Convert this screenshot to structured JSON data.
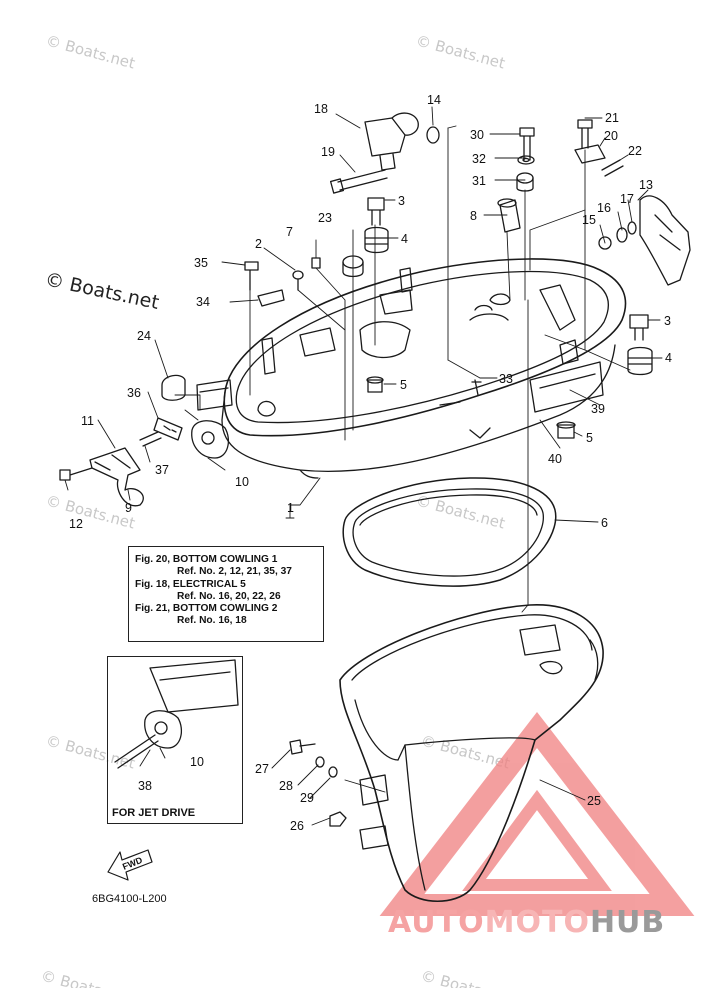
{
  "watermarks": [
    "© Boats.net",
    "© Boats.net",
    "© Boats.net",
    "© Boats.net",
    "© Boats.net",
    "© Boats.net",
    "© Boats.net",
    "© Boats.net"
  ],
  "main_watermark": "© Boats.net",
  "notes": [
    {
      "fig": "Fig. 20, BOTTOM COWLING 1",
      "ref": "Ref. No. 2, 12, 21, 35, 37"
    },
    {
      "fig": "Fig. 18, ELECTRICAL 5",
      "ref": "Ref. No. 16, 20, 22, 26"
    },
    {
      "fig": "Fig. 21, BOTTOM COWLING 2",
      "ref": "Ref. No. 16, 18"
    }
  ],
  "jet_label": "FOR JET DRIVE",
  "fwd_label": "FWD",
  "diagram_code": "6BG4100-L200",
  "brand": {
    "part1": "AUTO",
    "part2": "MOTO",
    "part3": "HUB"
  },
  "part_numbers": [
    "1",
    "2",
    "3",
    "3",
    "4",
    "4",
    "5",
    "5",
    "6",
    "7",
    "8",
    "9",
    "10",
    "10",
    "11",
    "12",
    "13",
    "14",
    "15",
    "16",
    "17",
    "18",
    "19",
    "20",
    "21",
    "22",
    "23",
    "24",
    "25",
    "26",
    "27",
    "28",
    "29",
    "30",
    "31",
    "32",
    "33",
    "34",
    "35",
    "36",
    "37",
    "38",
    "39",
    "40"
  ]
}
